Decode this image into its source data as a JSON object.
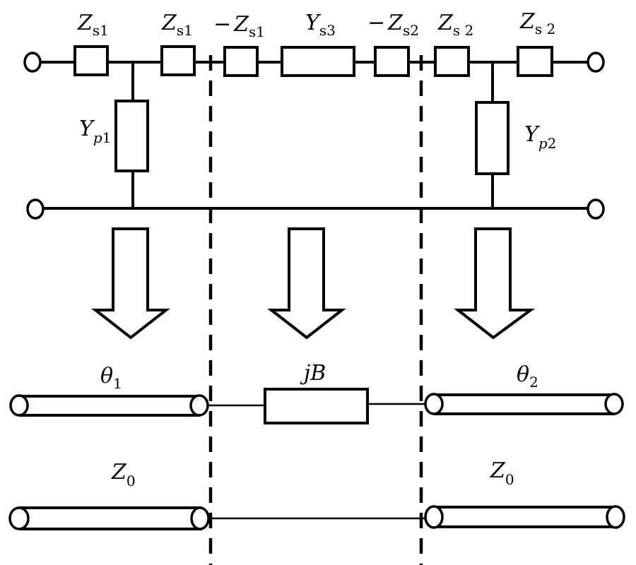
{
  "figure": {
    "description": "Equivalent circuit transformation: lumped T-network to transmission-line sections with shunt susceptance",
    "top_network": {
      "series_elements": [
        {
          "id": "zs1-a",
          "symbol": "Z",
          "subscript": "s1",
          "prefix": ""
        },
        {
          "id": "zs1-b",
          "symbol": "Z",
          "subscript": "s1",
          "prefix": ""
        },
        {
          "id": "neg-zs1",
          "symbol": "Z",
          "subscript": "s1",
          "prefix": "−"
        },
        {
          "id": "ys3",
          "symbol": "Y",
          "subscript": "s3",
          "prefix": ""
        },
        {
          "id": "neg-zs2",
          "symbol": "Z",
          "subscript": "s2",
          "prefix": "−"
        },
        {
          "id": "zs2-a",
          "symbol": "Z",
          "subscript": "s 2",
          "prefix": ""
        },
        {
          "id": "zs2-b",
          "symbol": "Z",
          "subscript": "s 2",
          "prefix": ""
        }
      ],
      "shunt_elements": [
        {
          "id": "yp1",
          "symbol": "Y",
          "subscript_italic": "p",
          "subscript": "1"
        },
        {
          "id": "yp2",
          "symbol": "Y",
          "subscript_italic": "p",
          "subscript": "2"
        }
      ]
    },
    "transformed_network": {
      "line1": {
        "symbol": "θ",
        "subscript": "1"
      },
      "susceptance": {
        "symbol": "jB"
      },
      "line2": {
        "symbol": "θ",
        "subscript": "2"
      },
      "impedance_left": {
        "symbol": "Z",
        "subscript": "0"
      },
      "impedance_right": {
        "symbol": "Z",
        "subscript": "0"
      }
    },
    "arrow_count": 3,
    "dashed_dividers": 2
  }
}
